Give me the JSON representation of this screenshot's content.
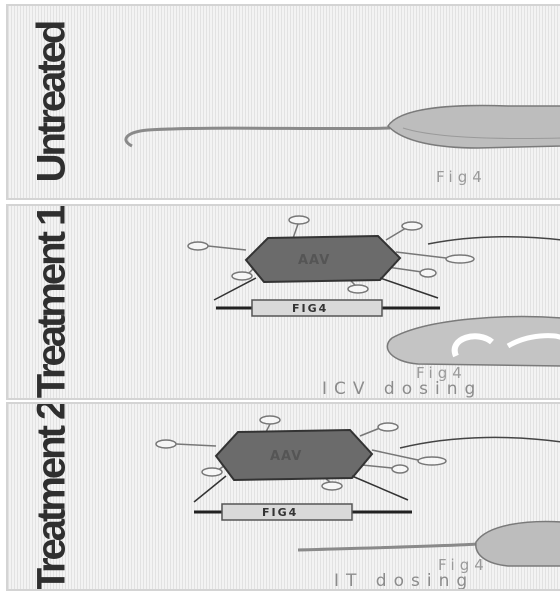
{
  "panels": [
    {
      "label": "Untreated",
      "mouse_label": "Fig4"
    },
    {
      "label": "Treatment 1",
      "vector_label": "AAV",
      "gene_label": "FIG4",
      "mouse_label": "Fig4",
      "dosing_label": "ICV dosing"
    },
    {
      "label": "Treatment 2",
      "vector_label": "AAV",
      "gene_label": "FIG4",
      "mouse_label": "Fig4",
      "dosing_label": "IT dosing"
    }
  ]
}
